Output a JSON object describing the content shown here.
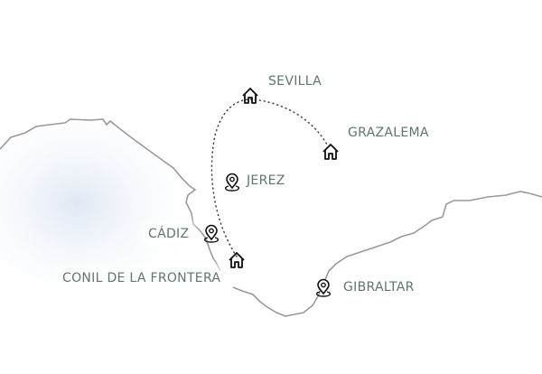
{
  "map": {
    "places": [
      {
        "name": "SEVILLA",
        "type": "house-icon"
      },
      {
        "name": "GRAZALEMA",
        "type": "house-icon"
      },
      {
        "name": "JEREZ",
        "type": "pin-icon"
      },
      {
        "name": "CÁDIZ",
        "type": "pin-icon"
      },
      {
        "name": "CONIL DE LA FRONTERA",
        "type": "house-icon"
      },
      {
        "name": "GIBRALTAR",
        "type": "pin-icon"
      }
    ],
    "colors": {
      "label": "#5e776b",
      "coast": "#9a9a9a",
      "sea": "#e6eef8",
      "route": "#444444"
    }
  }
}
